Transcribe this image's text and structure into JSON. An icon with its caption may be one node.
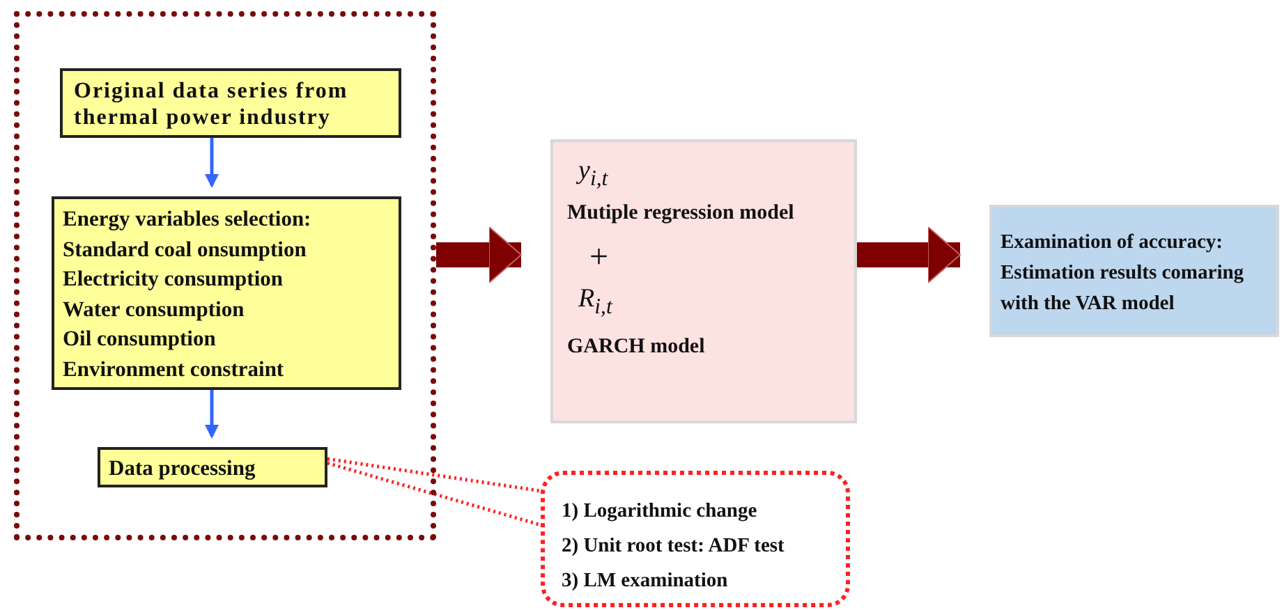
{
  "diagram": {
    "nodes": [
      {
        "text": [],
        "shape": "box"
      },
      {
        "text": [
          "Original data series from thermal power industry"
        ],
        "in": 0
      },
      {
        "text": [
          "Energy variables selection:",
          "Standard coal onsumption",
          "Electricity consumption",
          "Water consumption",
          "Oil consumption",
          "Environment constraint"
        ],
        "in": 0
      },
      {
        "text": [
          "Data processing"
        ],
        "in": 0
      },
      {
        "text": [
          "y$_{i,t}$",
          "Mutiple regression model",
          "+",
          "R$_{i,t}$",
          "GARCH model"
        ]
      },
      {
        "text": [
          "Examination of accuracy:",
          "Estimation results comaring with the VAR model"
        ]
      },
      {
        "text": [
          "1) Logarithmic change",
          "2) Unit root test: ADF test",
          "3) LM examination"
        ]
      }
    ],
    "edges": [
      {
        "from": 1,
        "to": 2,
        "arrow": "to"
      },
      {
        "from": 2,
        "to": 3,
        "arrow": "to"
      },
      {
        "from": 0,
        "to": 4,
        "arrow": "to",
        "style": "thick",
        "color": "#7f0000"
      },
      {
        "from": 4,
        "to": 5,
        "arrow": "to",
        "style": "thick",
        "color": "#7f0000"
      },
      {
        "from": 3,
        "to": 6,
        "arrow": "none",
        "style": "dashed",
        "color": "#ff2020"
      }
    ]
  }
}
